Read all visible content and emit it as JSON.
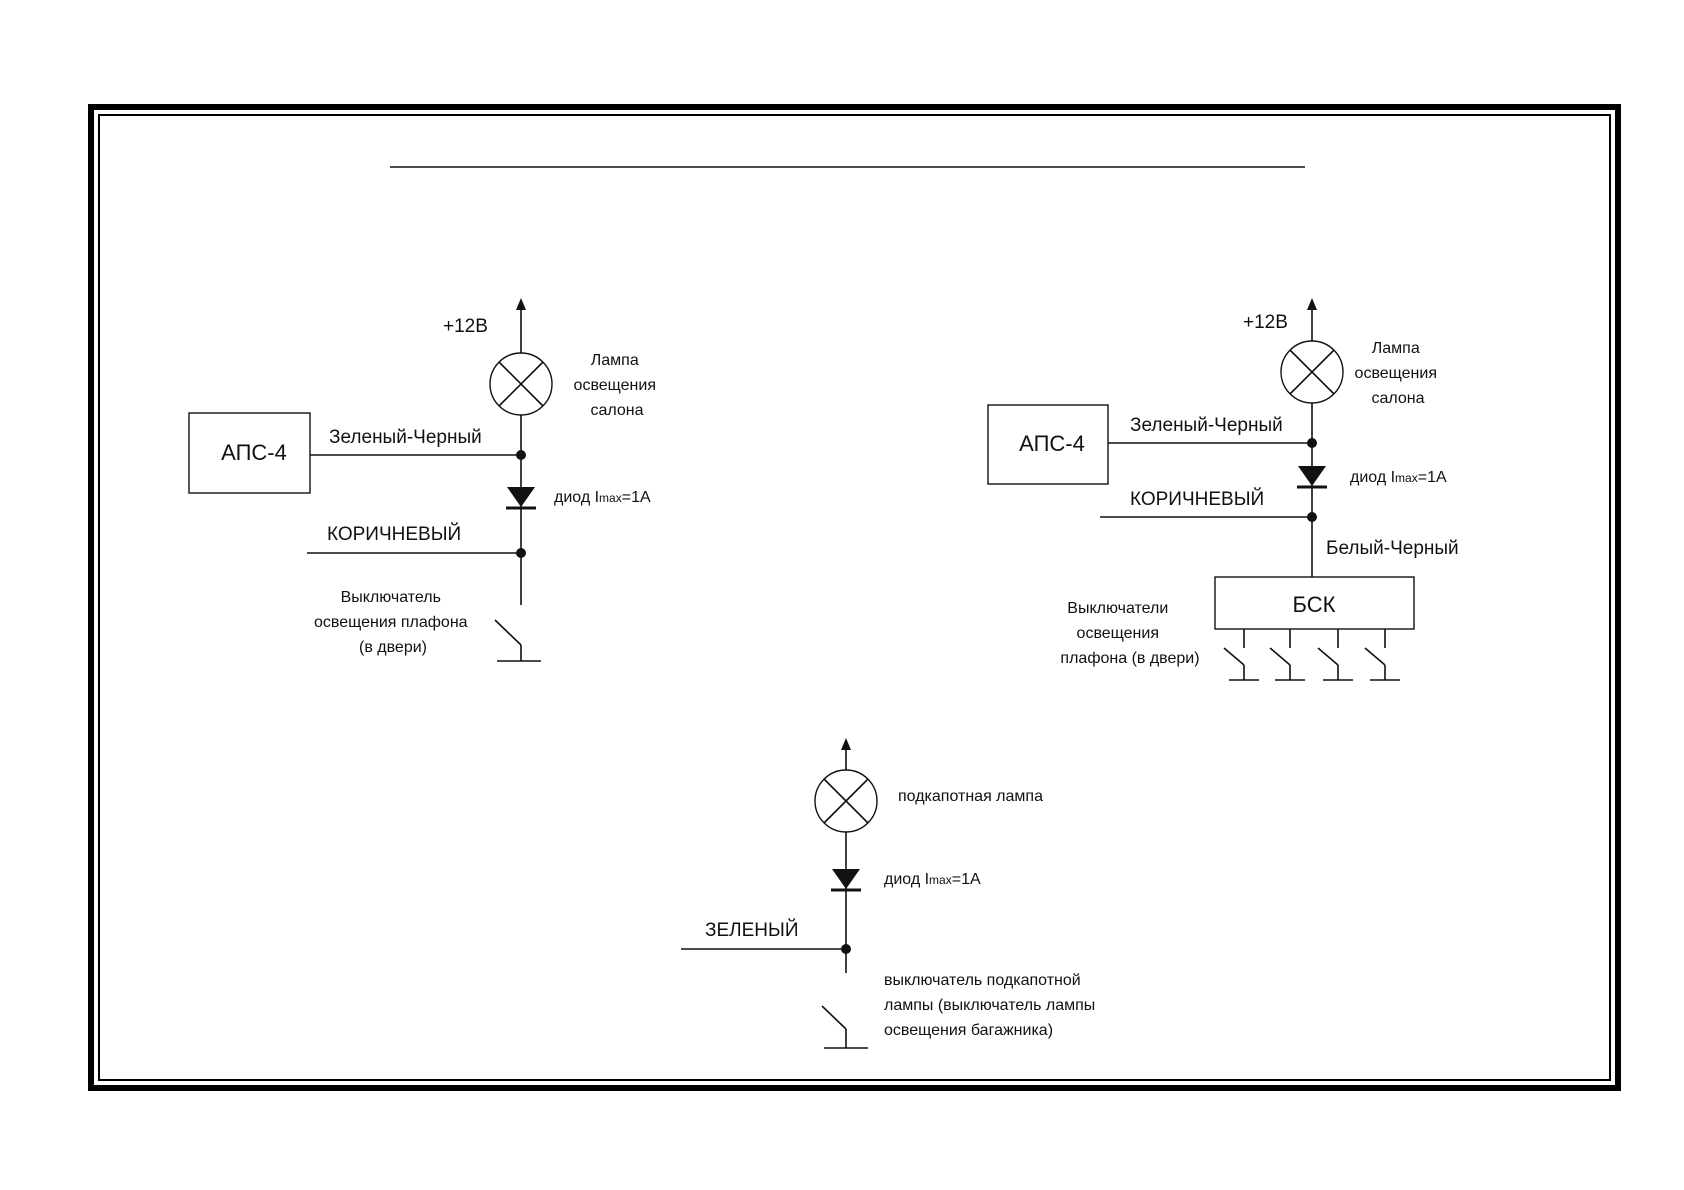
{
  "left_circuit": {
    "supply": "+12В",
    "lamp_label": [
      "Лампа",
      "освещения",
      "салона"
    ],
    "module": "АПС-4",
    "wire_green_black": "Зеленый-Черный",
    "diode_label": "диод I",
    "diode_sub": "max",
    "diode_rating": "=1А",
    "wire_brown": "КОРИЧНЕВЫЙ",
    "switch_label": [
      "Выключатель",
      "освещения плафона",
      "(в двери)"
    ]
  },
  "right_circuit": {
    "supply": "+12В",
    "lamp_label": [
      "Лампа",
      "освещения",
      "салона"
    ],
    "module": "АПС-4",
    "wire_green_black": "Зеленый-Черный",
    "diode_label": "диод I",
    "diode_sub": "max",
    "diode_rating": "=1А",
    "wire_brown": "КОРИЧНЕВЫЙ",
    "wire_white_black": "Белый-Черный",
    "bsk": "БСК",
    "switch_label": [
      "Выключатели",
      "освещения",
      "плафона (в двери)"
    ]
  },
  "bottom_circuit": {
    "lamp_label": "подкапотная лампа",
    "diode_label": "диод I",
    "diode_sub": "max",
    "diode_rating": "=1А",
    "wire_green": "ЗЕЛЕНЫЙ",
    "switch_label": [
      "выключатель подкапотной",
      "лампы (выключатель лампы",
      "освещения багажника)"
    ]
  },
  "colors": {
    "ink": "#111111",
    "background": "#ffffff"
  }
}
